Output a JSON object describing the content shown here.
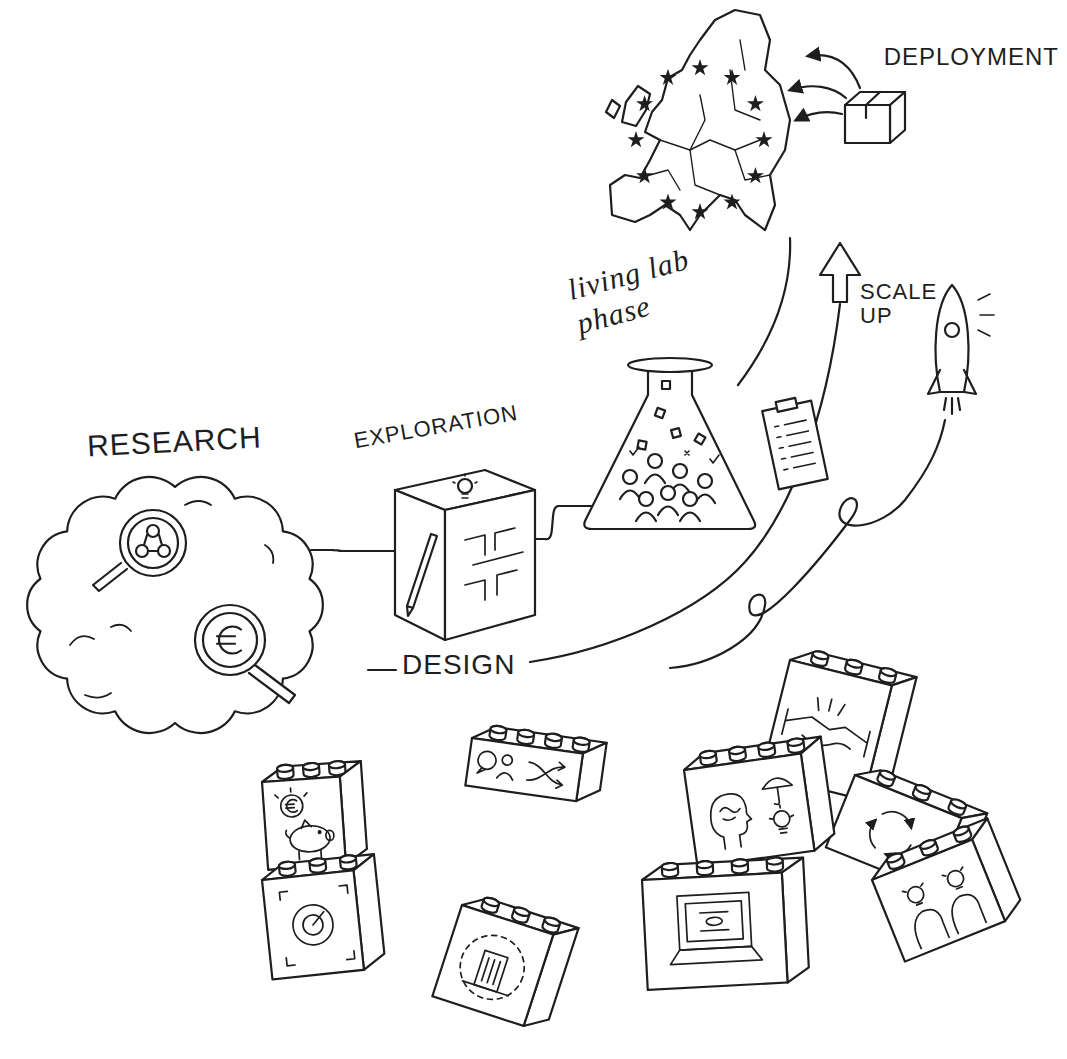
{
  "diagram": {
    "nodes": [
      {
        "text": [
          "RESEARCH"
        ]
      },
      {
        "text": [
          "EXPLORATION"
        ]
      },
      {
        "text": [
          "living lab phase"
        ]
      }
    ],
    "edges": [
      {
        "from": 0,
        "to": 1,
        "arrow": "none"
      },
      {
        "from": 1,
        "to": 2,
        "arrow": "none"
      }
    ],
    "labels": [
      "DESIGN",
      "SCALE UP",
      "DEPLOYMENT"
    ]
  }
}
